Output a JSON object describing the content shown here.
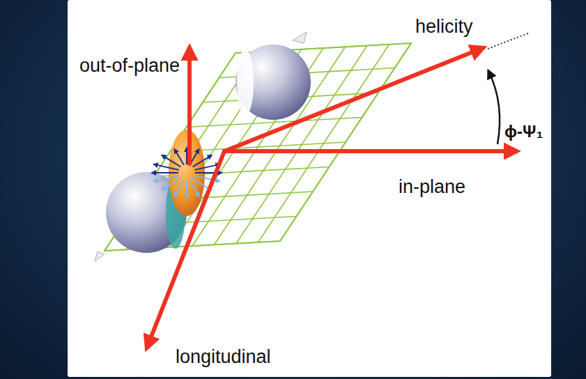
{
  "diagram": {
    "labels": [
      "out-of-plane",
      "helicity",
      "ϕ-Ψ₁",
      "in-plane",
      "longitudinal"
    ]
  }
}
